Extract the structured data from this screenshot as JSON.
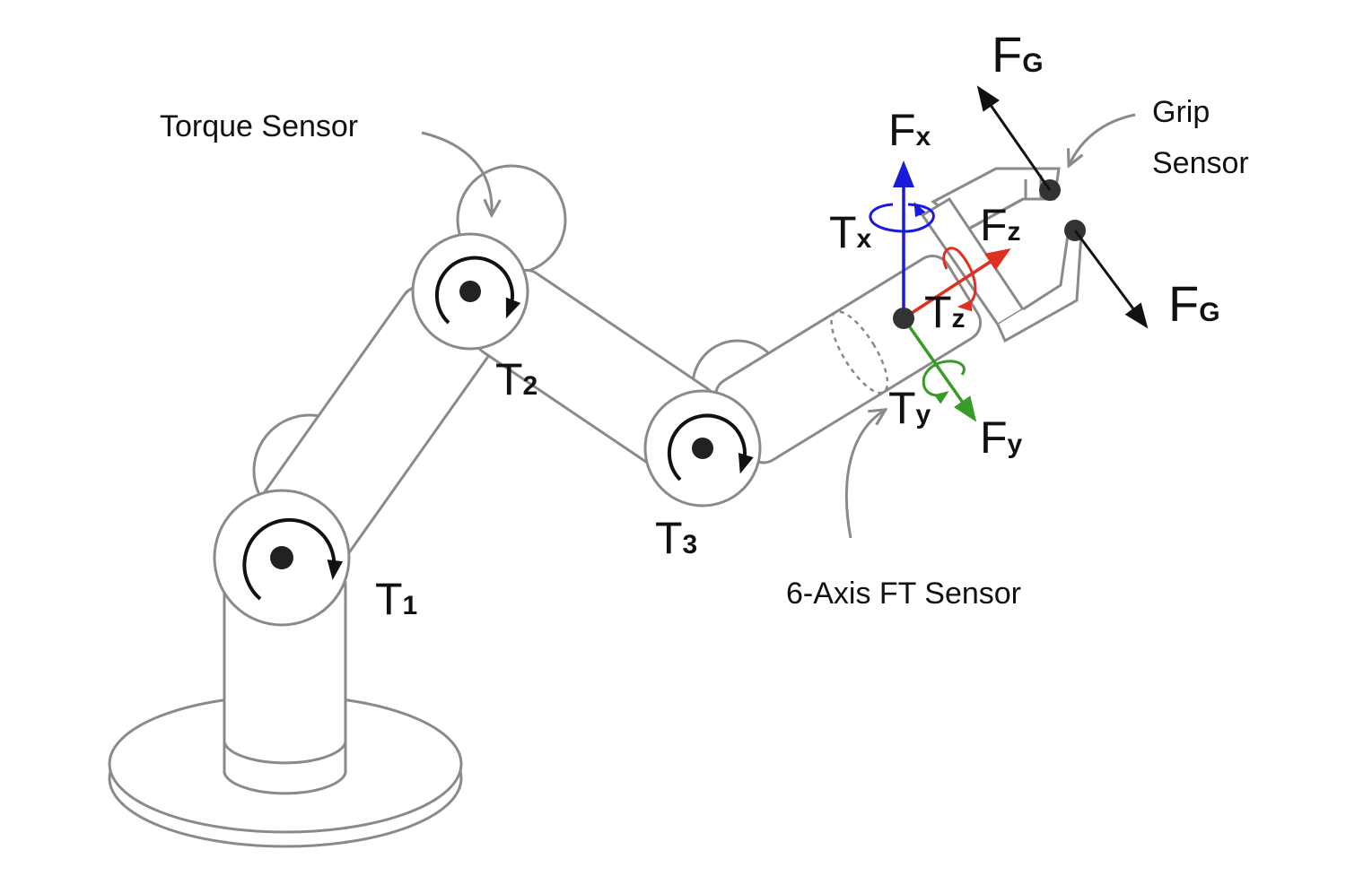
{
  "labels": {
    "torque_sensor": "Torque Sensor",
    "grip_sensor_line1": "Grip",
    "grip_sensor_line2": "Sensor",
    "ft_sensor": "6-Axis FT Sensor",
    "t1": {
      "base": "T",
      "sub": "1"
    },
    "t2": {
      "base": "T",
      "sub": "2"
    },
    "t3": {
      "base": "T",
      "sub": "3"
    },
    "fx": {
      "base": "F",
      "sub": "x"
    },
    "fy": {
      "base": "F",
      "sub": "y"
    },
    "fz": {
      "base": "F",
      "sub": "z"
    },
    "tx": {
      "base": "T",
      "sub": "x"
    },
    "ty": {
      "base": "T",
      "sub": "y"
    },
    "tz": {
      "base": "T",
      "sub": "z"
    },
    "fg_top": {
      "base": "F",
      "sub": "G"
    },
    "fg_bottom": {
      "base": "F",
      "sub": "G"
    }
  },
  "colors": {
    "x_axis": "#1a1adb",
    "y_axis": "#3a9a2a",
    "z_axis": "#e03020",
    "outline": "#8a8a8a",
    "joint": "#222222"
  }
}
